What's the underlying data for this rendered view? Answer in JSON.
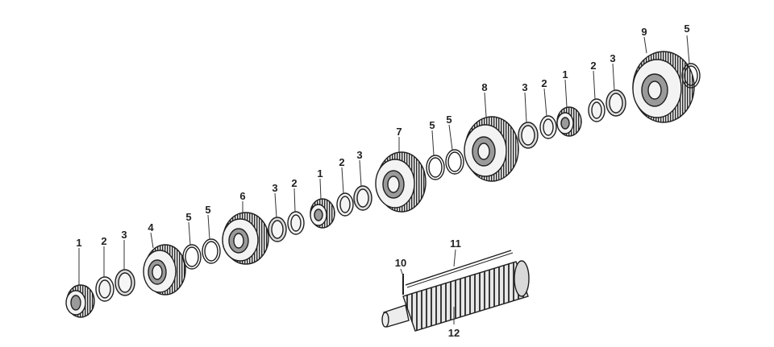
{
  "diagram": {
    "type": "exploded-parts-view",
    "colors": {
      "ink": "#1f1f1f",
      "tooth_dark": "#2a2a2a",
      "part_fill": "#f3f3f3",
      "hub_shadow": "#9a9a9a"
    },
    "callouts": [
      "1",
      "2",
      "3",
      "4",
      "5",
      "5",
      "6",
      "3",
      "2",
      "1",
      "2",
      "3",
      "7",
      "5",
      "5",
      "8",
      "3",
      "2",
      "1",
      "2",
      "3",
      "9",
      "5",
      "10",
      "11",
      "12"
    ],
    "parts": [
      {
        "ref": "1",
        "kind": "needle-bearing"
      },
      {
        "ref": "2",
        "kind": "thin-ring"
      },
      {
        "ref": "3",
        "kind": "thrust-washer"
      },
      {
        "ref": "4",
        "kind": "gear"
      },
      {
        "ref": "5",
        "kind": "snap-ring"
      },
      {
        "ref": "6",
        "kind": "gear"
      },
      {
        "ref": "7",
        "kind": "gear"
      },
      {
        "ref": "8",
        "kind": "gear"
      },
      {
        "ref": "9",
        "kind": "gear"
      },
      {
        "ref": "10",
        "kind": "pin"
      },
      {
        "ref": "11",
        "kind": "rod"
      },
      {
        "ref": "12",
        "kind": "splined-shaft"
      }
    ]
  }
}
